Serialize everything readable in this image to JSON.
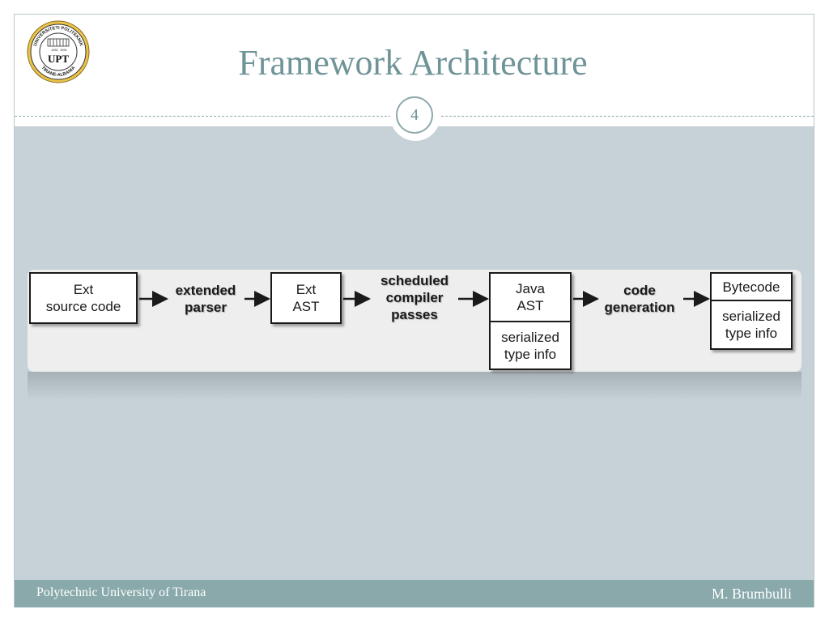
{
  "slide": {
    "title": "Framework Architecture",
    "page_number": "4",
    "logo": {
      "text_top": "UNIVERSITETI POLITEKNIK",
      "text_bottom": "TIRANE-ALBANIA",
      "monogram": "UPT",
      "year_left": "1951",
      "year_right": "1991"
    }
  },
  "diagram": {
    "nodes": {
      "ext_source": {
        "line1": "Ext",
        "line2": "source code"
      },
      "ext_ast": {
        "line1": "Ext",
        "line2": "AST"
      },
      "java_ast": {
        "line1": "Java",
        "line2": "AST",
        "sub_line1": "serialized",
        "sub_line2": "type info"
      },
      "bytecode": {
        "line1": "Bytecode",
        "sub_line1": "serialized",
        "sub_line2": "type info"
      }
    },
    "edges": {
      "extended_parser": {
        "line1": "extended",
        "line2": "parser"
      },
      "scheduled_passes": {
        "line1": "scheduled",
        "line2": "compiler",
        "line3": "passes"
      },
      "code_generation": {
        "line1": "code",
        "line2": "generation"
      }
    }
  },
  "footer": {
    "left": "Polytechnic University of Tirana",
    "right": "M. Brumbulli"
  }
}
